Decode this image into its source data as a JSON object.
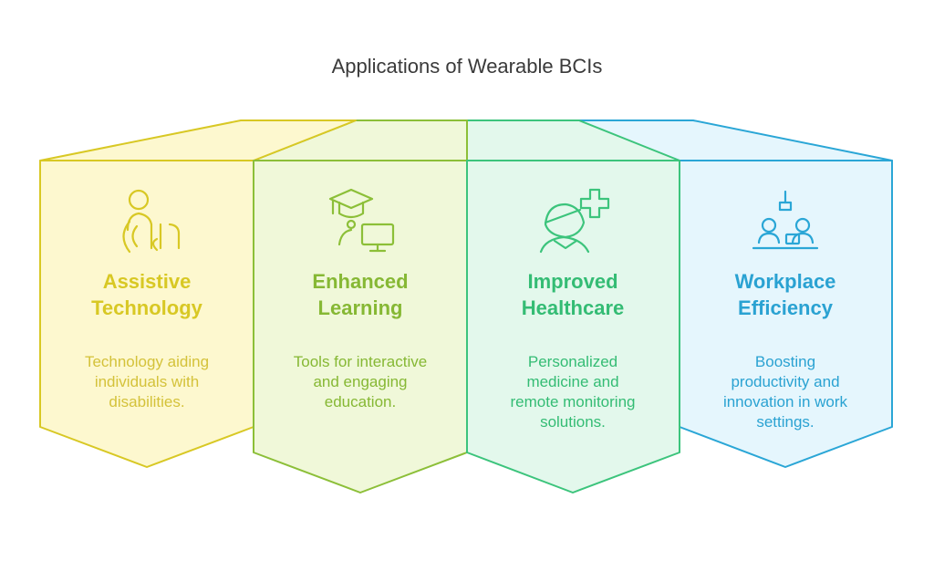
{
  "title": "Applications of Wearable BCIs",
  "cards": [
    {
      "title_line1": "Assistive",
      "title_line2": "Technology",
      "desc_lines": [
        "Technology aiding",
        "individuals with",
        "disabilities."
      ],
      "icon": "assistive-person-icon",
      "color": "#d8c824",
      "fill": "#fdf8cf"
    },
    {
      "title_line1": "Enhanced",
      "title_line2": "Learning",
      "desc_lines": [
        "Tools for interactive",
        "and engaging",
        "education."
      ],
      "icon": "graduation-computer-icon",
      "color": "#8cbf38",
      "fill": "#f0f8d9"
    },
    {
      "title_line1": "Improved",
      "title_line2": "Healthcare",
      "desc_lines": [
        "Personalized",
        "medicine and",
        "remote monitoring",
        "solutions."
      ],
      "icon": "health-person-icon",
      "color": "#3cc47c",
      "fill": "#e3f8ec"
    },
    {
      "title_line1": "Workplace",
      "title_line2": "Efficiency",
      "desc_lines": [
        "Boosting",
        "productivity and",
        "innovation in work",
        "settings."
      ],
      "icon": "workplace-team-icon",
      "color": "#2aa6d6",
      "fill": "#e5f6fd"
    }
  ]
}
